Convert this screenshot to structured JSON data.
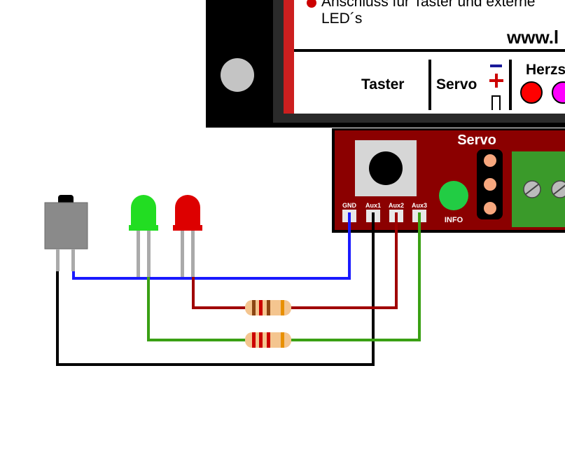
{
  "panel": {
    "text_line1": "Anschluss für Taster und externe",
    "text_line2": "LED´s",
    "url": "www.l",
    "label_taster": "Taster",
    "label_servo": "Servo",
    "label_herzs": "Herzs",
    "minus_sign": "–",
    "plus_sign": "+",
    "pulse_symbol": "⊓"
  },
  "board": {
    "servo_label": "Servo",
    "info_label": "INFO",
    "pins": [
      "GND",
      "Aux1",
      "Aux2",
      "Aux3"
    ]
  },
  "colors": {
    "board_red": "#8b0000",
    "wire_blue": "#1a1aff",
    "wire_red": "#a00000",
    "wire_green": "#3aa014",
    "wire_black": "#000000",
    "led_green": "#22dd22",
    "led_red": "#dd0000",
    "info_led": "#22cc44",
    "terminal_green": "#3a9a2a"
  }
}
